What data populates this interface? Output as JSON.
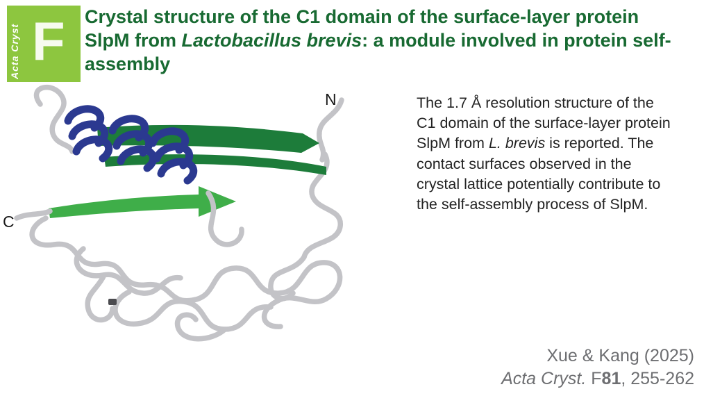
{
  "logo": {
    "journal_name": "Acta Cryst",
    "section_letter": "F",
    "bg_color": "#8dc63f",
    "letter_color": "#f7fbee"
  },
  "title": {
    "text_before_species": "Crystal structure of the C1 domain of the surface-layer protein SlpM from ",
    "species": "Lactobacillus brevis",
    "text_after_species": ": a module involved in protein self-assembly",
    "color": "#186a32"
  },
  "figure": {
    "n_terminus_label": "N",
    "c_terminus_label": "C",
    "helix_color": "#2b3990",
    "strand_color": "#3fae49",
    "strand_dark_color": "#1d7c3a",
    "loop_color": "#c3c3c7"
  },
  "abstract": {
    "text_before_species": "The 1.7 Å resolution structure of the C1 domain of the surface-layer protein SlpM from ",
    "species": "L. brevis",
    "text_after_species": " is reported. The contact surfaces observed in the crystal lattice potentially contribute to the self-assembly process of SlpM."
  },
  "citation": {
    "authors_line": "Xue & Kang (2025)",
    "journal_name": "Acta Cryst.",
    "volume_letter": "F",
    "volume_number": "81",
    "pages": ", 255-262"
  }
}
